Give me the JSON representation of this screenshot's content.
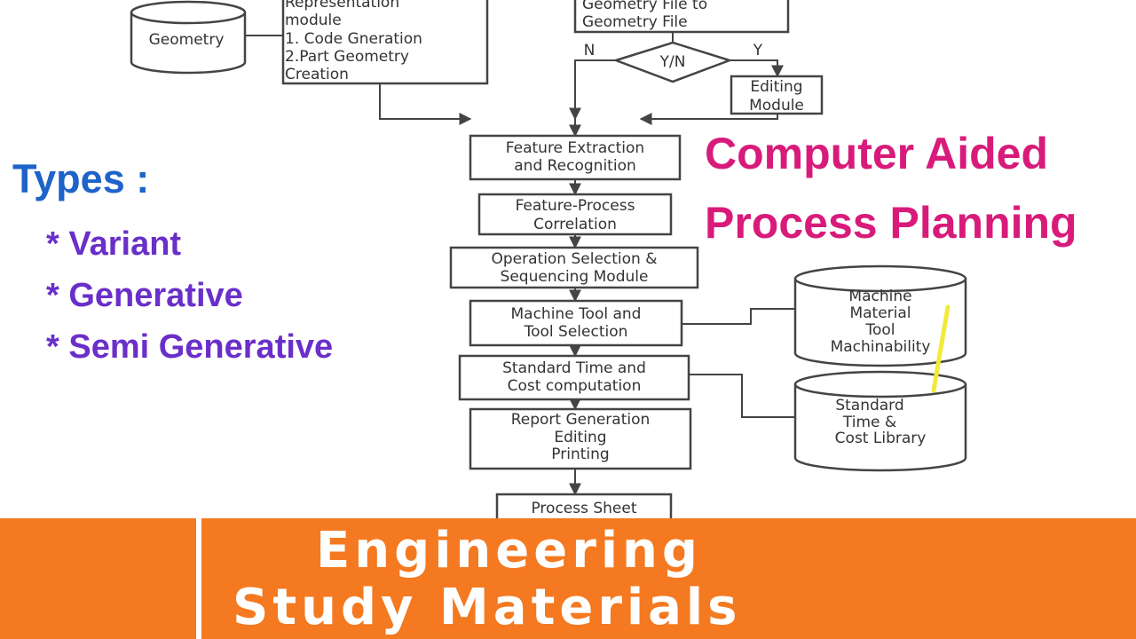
{
  "flowchart": {
    "geometry_db": "Geometry",
    "representation_module": [
      "Representation",
      "module",
      "1. Code Gneration",
      "2.Part Geometry",
      "Creation"
    ],
    "conversion_box": [
      "Geometry File to",
      "Geometry File"
    ],
    "decision": "Y/N",
    "decision_no": "N",
    "decision_yes": "Y",
    "editing_module": [
      "Editing",
      "Module"
    ],
    "feature_extraction": [
      "Feature Extraction",
      "and Recognition"
    ],
    "feature_process": [
      "Feature-Process",
      "Correlation"
    ],
    "operation_selection": [
      "Operation Selection &",
      "Sequencing Module"
    ],
    "machine_tool": [
      "Machine Tool and",
      "Tool Selection"
    ],
    "standard_time": [
      "Standard Time and",
      "Cost computation"
    ],
    "report_generation": [
      "Report Generation",
      "Editing",
      "Printing"
    ],
    "process_sheet": "Process Sheet",
    "machine_db": [
      "Machine",
      "Material",
      "Tool",
      "Machinability"
    ],
    "standard_db": [
      "Standard",
      "Time &",
      "Cost Library"
    ]
  },
  "types": {
    "heading": "Types :",
    "items": [
      "* Variant",
      "* Generative",
      "* Semi Generative"
    ]
  },
  "title": {
    "line1": "Computer Aided",
    "line2": "Process Planning"
  },
  "banner": {
    "line1": "Engineering",
    "line2": "Study Materials"
  },
  "colors": {
    "types_heading": "#1e63c9",
    "types_items": "#6a2fc9",
    "title": "#d81b7a",
    "banner": "#f47920",
    "highlight": "#f2ea3a"
  }
}
